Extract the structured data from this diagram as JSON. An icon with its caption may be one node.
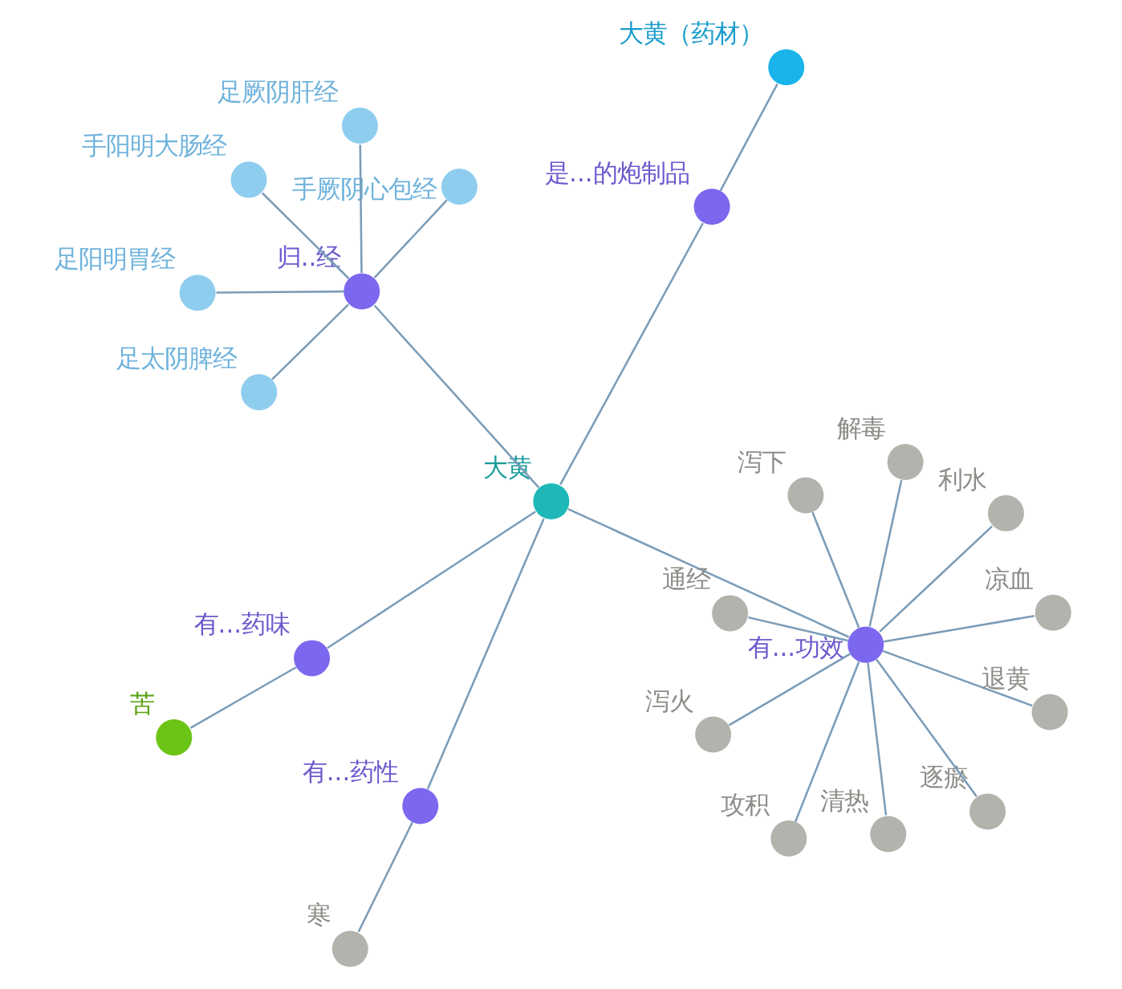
{
  "diagram": {
    "nodes": [
      {
        "text": [
          "大黄"
        ]
      },
      {
        "text": [
          "有...药性"
        ]
      },
      {
        "text": [
          "寒"
        ]
      },
      {
        "text": [
          "是...的炮制品"
        ]
      },
      {
        "text": [
          "大黄（药材）"
        ]
      },
      {
        "text": [
          "有...药味"
        ]
      },
      {
        "text": [
          "苦"
        ]
      },
      {
        "text": [
          "有...功效"
        ]
      },
      {
        "text": [
          "泻火"
        ]
      },
      {
        "text": [
          "逐瘀"
        ]
      },
      {
        "text": [
          "攻积"
        ]
      },
      {
        "text": [
          "通经"
        ]
      },
      {
        "text": [
          "凉血"
        ]
      },
      {
        "text": [
          "利水"
        ]
      },
      {
        "text": [
          "解毒"
        ]
      },
      {
        "text": [
          "清热"
        ]
      },
      {
        "text": [
          "退黄"
        ]
      },
      {
        "text": [
          "泻下"
        ]
      },
      {
        "text": [
          "归..经"
        ]
      },
      {
        "text": [
          "手阳明大肠经"
        ]
      },
      {
        "text": [
          "足太阴脾经"
        ]
      },
      {
        "text": [
          "足阳明胃经"
        ]
      },
      {
        "text": [
          "手厥阴心包经"
        ]
      },
      {
        "text": [
          "足厥阴肝经"
        ]
      }
    ],
    "edges": [
      {
        "from": 0,
        "to": 1,
        "arrow": "none"
      },
      {
        "from": 1,
        "to": 2,
        "arrow": "none"
      },
      {
        "from": 0,
        "to": 3,
        "arrow": "none"
      },
      {
        "from": 3,
        "to": 4,
        "arrow": "none"
      },
      {
        "from": 0,
        "to": 5,
        "arrow": "none"
      },
      {
        "from": 5,
        "to": 6,
        "arrow": "none"
      },
      {
        "from": 0,
        "to": 7,
        "arrow": "none"
      },
      {
        "from": 7,
        "to": 8,
        "arrow": "none"
      },
      {
        "from": 7,
        "to": 9,
        "arrow": "none"
      },
      {
        "from": 7,
        "to": 10,
        "arrow": "none"
      },
      {
        "from": 7,
        "to": 11,
        "arrow": "none"
      },
      {
        "from": 7,
        "to": 12,
        "arrow": "none"
      },
      {
        "from": 7,
        "to": 13,
        "arrow": "none"
      },
      {
        "from": 7,
        "to": 14,
        "arrow": "none"
      },
      {
        "from": 7,
        "to": 15,
        "arrow": "none"
      },
      {
        "from": 7,
        "to": 16,
        "arrow": "none"
      },
      {
        "from": 7,
        "to": 17,
        "arrow": "none"
      },
      {
        "from": 0,
        "to": 18,
        "arrow": "none"
      },
      {
        "from": 18,
        "to": 19,
        "arrow": "none"
      },
      {
        "from": 18,
        "to": 20,
        "arrow": "none"
      },
      {
        "from": 18,
        "to": 21,
        "arrow": "none"
      },
      {
        "from": 18,
        "to": 22,
        "arrow": "none"
      },
      {
        "from": 18,
        "to": 23,
        "arrow": "none"
      }
    ]
  }
}
